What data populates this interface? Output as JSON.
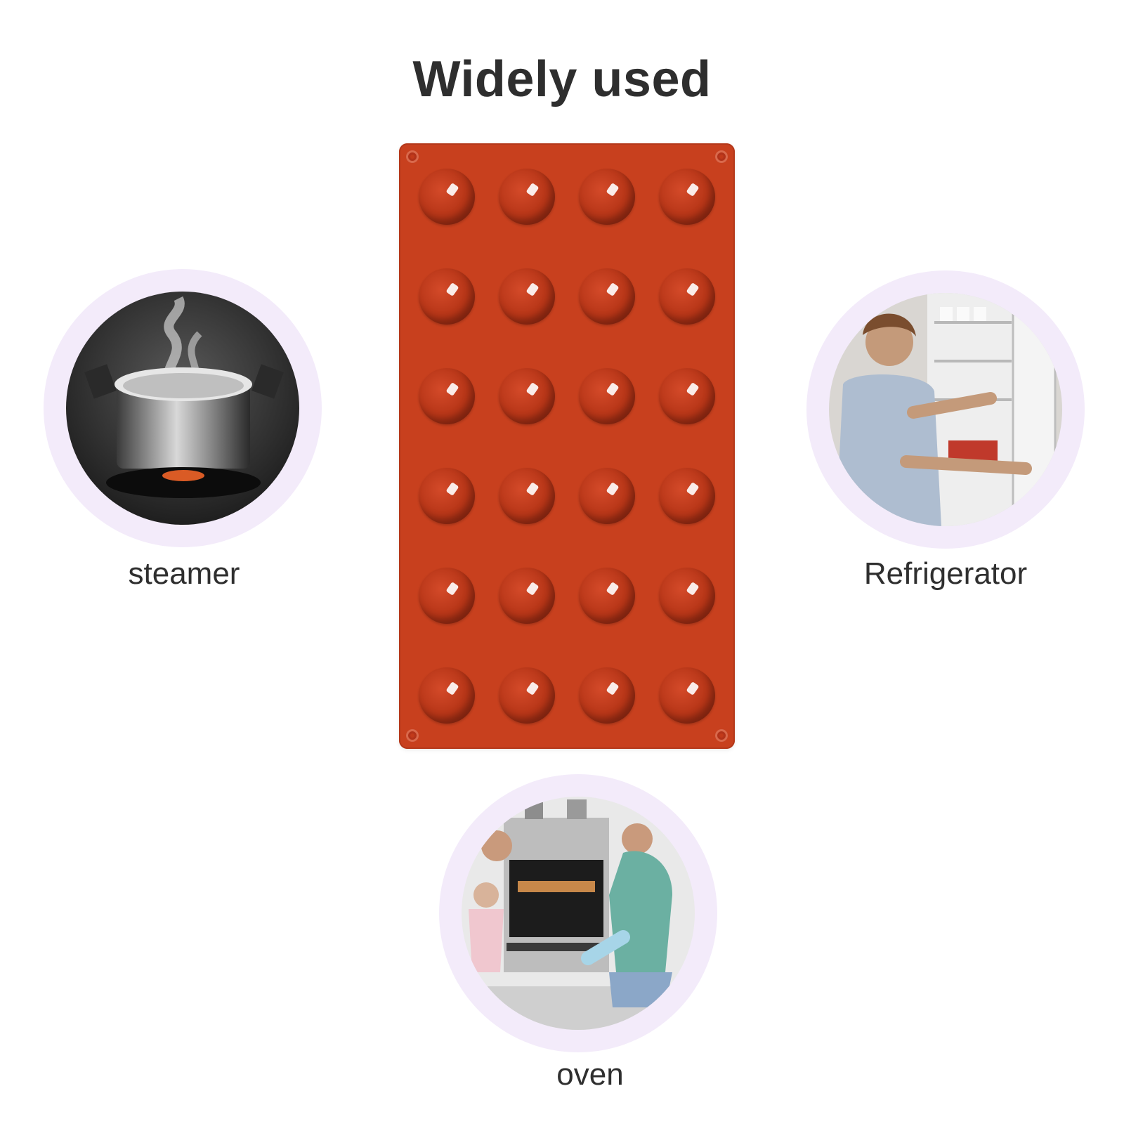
{
  "title": "Widely used",
  "uses": {
    "steamer": {
      "label": "steamer",
      "icon": "steaming-pot-on-stove-photo"
    },
    "refrigerator": {
      "label": "Refrigerator",
      "icon": "woman-at-refrigerator-photo"
    },
    "oven": {
      "label": "oven",
      "icon": "family-at-oven-photo"
    }
  },
  "product": {
    "name": "half-sphere silicone mold",
    "rows": 6,
    "columns": 4,
    "color": "#c8401e"
  },
  "colors": {
    "ring": "#f3ebfa",
    "text": "#2e2e2e"
  }
}
